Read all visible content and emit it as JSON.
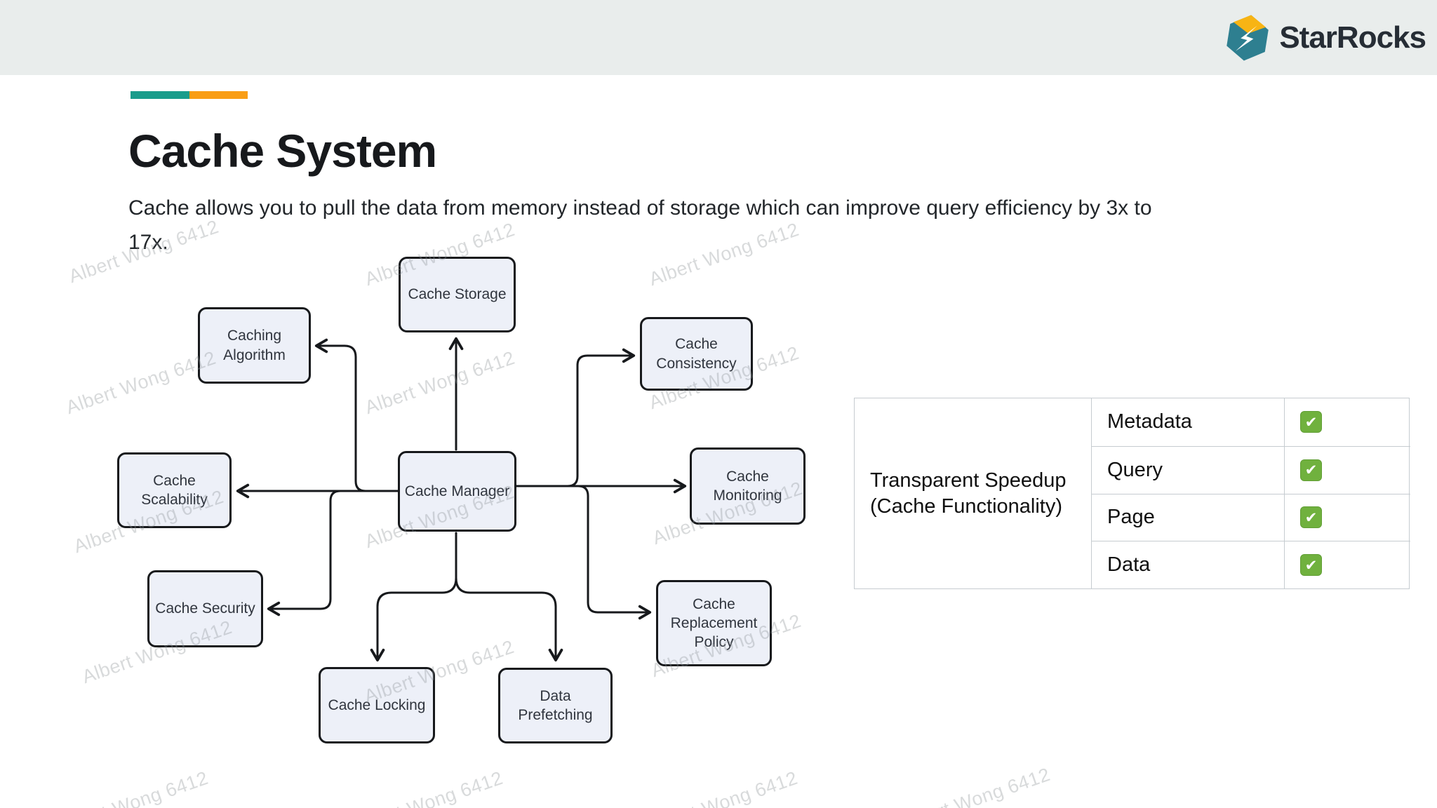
{
  "header": {
    "logo_text": "StarRocks",
    "logo_colors": {
      "teal": "#2e7f90",
      "yellow": "#f7b414"
    },
    "background": "#e9edec"
  },
  "accent": {
    "teal": "#1a9c8b",
    "orange": "#f99d15"
  },
  "title": "Cache System",
  "subtitle": {
    "line1": "Cache allows you to pull the data from memory instead of storage which can improve query efficiency by 3x to",
    "line2": "17x."
  },
  "watermark": {
    "text": "Albert Wong 6412"
  },
  "diagram": {
    "box_fill": "#edf0f8",
    "line_color": "#17191c",
    "nodes": [
      {
        "label": "Cache Storage"
      },
      {
        "label": "Caching Algorithm"
      },
      {
        "label": "Cache Consistency"
      },
      {
        "label": "Cache Scalability"
      },
      {
        "label": "Cache Manager"
      },
      {
        "label": "Cache Monitoring"
      },
      {
        "label": "Cache Security"
      },
      {
        "label": "Cache Replacement Policy"
      },
      {
        "label": "Cache Locking"
      },
      {
        "label": "Data Prefetching"
      }
    ]
  },
  "table": {
    "row_header": "Transparent Speedup (Cache Functionality)",
    "rows": [
      {
        "label": "Metadata",
        "checked": true
      },
      {
        "label": "Query",
        "checked": true
      },
      {
        "label": "Page",
        "checked": true
      },
      {
        "label": "Data",
        "checked": true
      }
    ],
    "check_glyph": "✔",
    "check_color": "#70b13e"
  }
}
